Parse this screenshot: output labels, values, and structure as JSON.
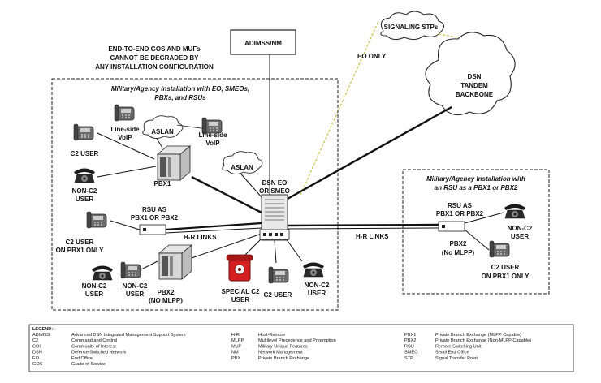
{
  "header_note": {
    "line1": "END-TO-END GOS AND MUFs",
    "line2": "CANNOT BE DEGRADED BY",
    "line3": "ANY INSTALLATION CONFIGURATION"
  },
  "adimss_box": "ADIMSS/NM",
  "signaling_cloud": "SIGNALING STPs",
  "eo_only": "EO ONLY",
  "backbone": {
    "line1": "DSN",
    "line2": "TANDEM",
    "line3": "BACKBONE"
  },
  "left_install": {
    "title1": "Military/Agency Installation with EO, SMEOs,",
    "title2": "PBXs, and RSUs"
  },
  "right_install": {
    "title1": "Military/Agency Installation with",
    "title2": "an RSU as a PBX1 or PBX2"
  },
  "labels": {
    "aslan1": "ASLAN",
    "aslan2": "ASLAN",
    "voip1_a": "Line-side",
    "voip1_b": "VoIP",
    "voip2_a": "Line-side",
    "voip2_b": "VoIP",
    "c2_user": "C2 USER",
    "pbx1": "PBX1",
    "nonc2_a": "NON-C2",
    "nonc2_b": "USER",
    "dsn_eo_a": "DSN EO",
    "dsn_eo_b": "OR SMEO",
    "rsu_a": "RSU AS",
    "rsu_b": "PBX1 OR PBX2",
    "c2_pbx1_a": "C2 USER",
    "c2_pbx1_b": "ON PBX1 ONLY",
    "hr_links_left": "H-R LINKS",
    "hr_links_mid": "H-R LINKS",
    "nonc2_left_a": "NON-C2",
    "nonc2_left_b": "USER",
    "nonc2_mid_a": "NON-C2",
    "nonc2_mid_b": "USER",
    "pbx2_a": "PBX2",
    "pbx2_b": "(NO MLPP)",
    "special_a": "SPECIAL C2",
    "special_b": "USER",
    "c2_user_bottom": "C2 USER",
    "nonc2_bottom_a": "NON-C2",
    "nonc2_bottom_b": "USER",
    "r_rsu_a": "RSU AS",
    "r_rsu_b": "PBX1 OR PBX2",
    "r_nonc2_a": "NON-C2",
    "r_nonc2_b": "USER",
    "r_pbx2_a": "PBX2",
    "r_pbx2_b": "(No MLPP)",
    "r_c2_a": "C2 USER",
    "r_c2_b": "ON PBX1 ONLY"
  },
  "legend": {
    "title": "LEGEND:",
    "col1": [
      [
        "ADIMSS",
        "Advanced DSN Integrated Management Support System"
      ],
      [
        "C2",
        "Command and Control"
      ],
      [
        "COI",
        "Community of Interest"
      ],
      [
        "DSN",
        "Defense Switched Network"
      ],
      [
        "EO",
        "End Office"
      ],
      [
        "GOS",
        "Grade of Service"
      ]
    ],
    "col2": [
      [
        "H-R",
        "Host-Remote"
      ],
      [
        "MLPP",
        "Multilevel Precedence and Preemption"
      ],
      [
        "MUF",
        "Military Unique Features"
      ],
      [
        "NM",
        "Network Management"
      ],
      [
        "PBX",
        "Private Branch Exchange"
      ]
    ],
    "col3": [
      [
        "PBX1",
        "Private Branch Exchange (MLPP Capable)"
      ],
      [
        "PBX2",
        "Private Branch Exchange (Non-MLPP Capable)"
      ],
      [
        "RSU",
        "Remote Switching Unit"
      ],
      [
        "SMEO",
        "Small End Office"
      ],
      [
        "STP",
        "Signal Transfer Point"
      ]
    ]
  },
  "colors": {
    "ink": "#111111",
    "special_phone": "#d42020",
    "panel_bg": "#ffffff"
  }
}
